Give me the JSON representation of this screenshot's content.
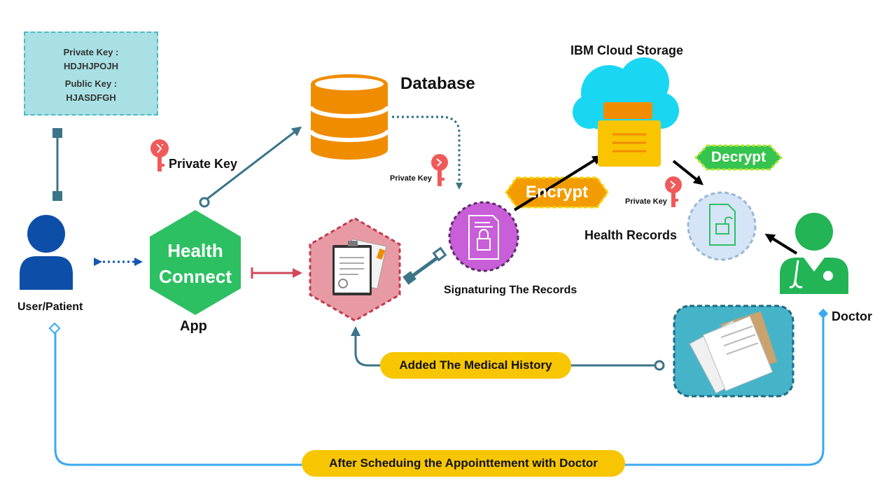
{
  "keys_box": {
    "private_label": "Private Key :",
    "private_value": "HDJHJPOJH",
    "public_label": "Public Key :",
    "public_value": "HJASDFGH"
  },
  "labels": {
    "user": "User/Patient",
    "app_name_line1": "Health",
    "app_name_line2": "Connect",
    "app": "App",
    "private_key": "Private Key",
    "database": "Database",
    "private_key_small_1": "Private Key",
    "private_key_small_2": "Private Key",
    "signaturing": "Signaturing The Records",
    "encrypt": "Encrypt",
    "decrypt": "Decrypt",
    "ibm_cloud": "IBM Cloud Storage",
    "health_records": "Health Records",
    "doctor": "Doctor",
    "added_history": "Added The Medical History",
    "after_scheduling": "After Scheduing the Appointtement with Doctor"
  },
  "colors": {
    "app_green": "#2dc063",
    "user_blue": "#0d4fa8",
    "doctor_green": "#22b455",
    "db_orange": "#f08c00",
    "hex_pink": "#e89aa4",
    "sign_purple": "#c85ed8",
    "cloud_cyan": "#19d7f2",
    "folder_yellow": "#f9c400",
    "encrypt_orange": "#f39c00",
    "decrypt_green": "#35c44f",
    "pill_yellow": "#f7c600",
    "line_teal": "#3c7488",
    "line_blue": "#3aaaf0",
    "key_red": "#f05a5a"
  }
}
